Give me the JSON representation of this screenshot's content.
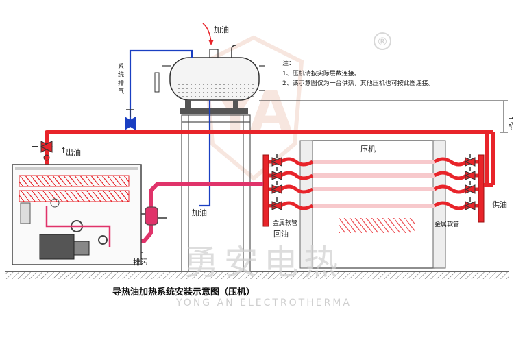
{
  "title": "导热油加热系统安装示意图（压机）",
  "watermark": {
    "cn": "勇安电热",
    "en": "YONG AN ELECTROTHERMA",
    "registered": "®",
    "monogram": "YA"
  },
  "labels": {
    "add_oil_top": "加油",
    "add_oil_bottom": "加油",
    "oil_out": "出油",
    "oil_return": "回油",
    "oil_supply": "供油",
    "drain": "排污",
    "press": "压机",
    "hose_left": "金属软管",
    "hose_right": "金属软管",
    "vent_vertical": [
      "系",
      "统",
      "排",
      "气"
    ],
    "height_marker": "1.5m"
  },
  "notes": {
    "heading": "注：",
    "items": [
      "1、压机请按实际层数连接。",
      "2、该示意图仅为一台供热，其他压机也可按此图连接。"
    ]
  },
  "colors": {
    "hot_oil": "#e8242a",
    "return_oil": "#e0336a",
    "vent_line": "#1a3fc2",
    "outline": "#333333",
    "watermark": "#e9b9a4"
  }
}
